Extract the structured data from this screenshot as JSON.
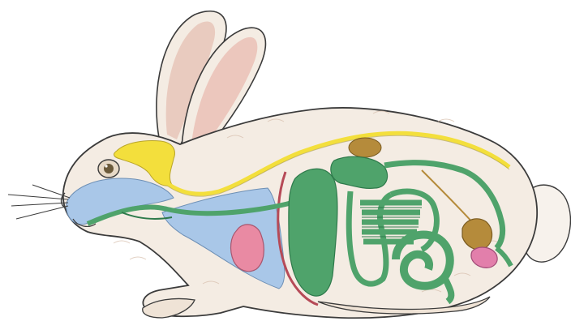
{
  "illustration": {
    "subject": "rabbit-anatomy",
    "colors": {
      "background": "#ffffff",
      "fur": "#f4ece3",
      "fur_shade": "#e3cfc0",
      "outline": "#3b3b3b",
      "inner_ear": "#ecc7bd",
      "nervous_system": "#f3df3c",
      "respiratory": "#a9c7e8",
      "digestive": "#4fa36b",
      "digestive_dark": "#2e7a4b",
      "heart": "#e98aa3",
      "diaphragm": "#b64a57",
      "gland": "#b58b3b",
      "kidney": "#e27fab",
      "eye": "#6b5a3a"
    },
    "structures": [
      "ear",
      "eye",
      "brain",
      "spinal-cord",
      "nasal-cavity",
      "trachea",
      "lung",
      "heart",
      "diaphragm",
      "liver",
      "stomach",
      "small-intestine",
      "caecum",
      "large-intestine",
      "rectum",
      "adrenal-gland",
      "bladder",
      "reproductive-gland",
      "tail",
      "whiskers"
    ]
  }
}
